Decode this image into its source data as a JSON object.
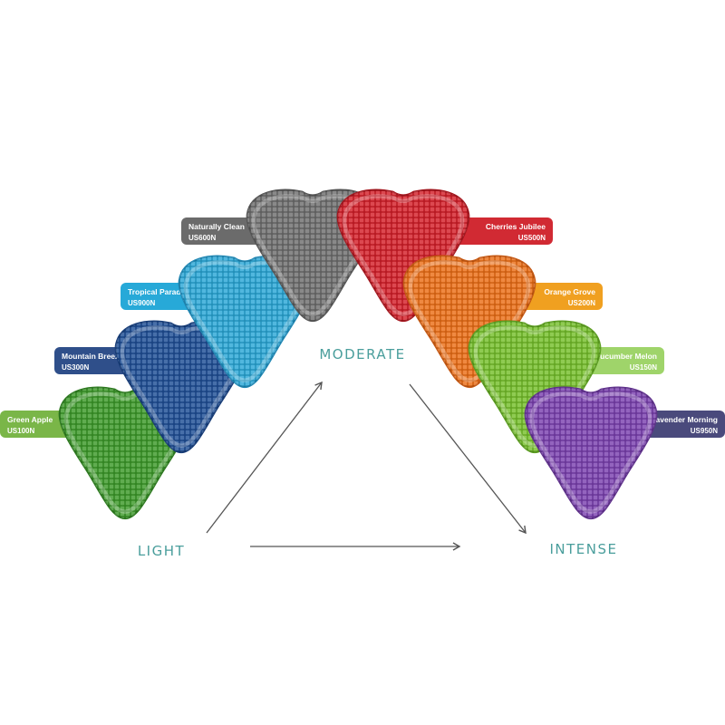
{
  "levels": {
    "light": "LIGHT",
    "moderate": "MODERATE",
    "intense": "INTENSE",
    "color": "#4a9e9c"
  },
  "products": [
    {
      "name": "Green Apple",
      "code": "US100N",
      "color": "#3d9a2a",
      "dark": "#2c7a1e",
      "tag": "#7ab648"
    },
    {
      "name": "Mountain Breeze",
      "code": "US300N",
      "color": "#1f4f96",
      "dark": "#163c78",
      "tag": "#2f4f8a"
    },
    {
      "name": "Tropical Paradise",
      "code": "US900N",
      "color": "#2ba7d7",
      "dark": "#1e87b4",
      "tag": "#27a9d8"
    },
    {
      "name": "Naturally Clean",
      "code": "US600N",
      "color": "#6f6f6f",
      "dark": "#555555",
      "tag": "#6b6b6b"
    },
    {
      "name": "Cherries Jubilee",
      "code": "US500N",
      "color": "#d4202a",
      "dark": "#a5151d",
      "tag": "#d12a33"
    },
    {
      "name": "Orange Grove",
      "code": "US200N",
      "color": "#ec6f17",
      "dark": "#c65710",
      "tag": "#f0a020"
    },
    {
      "name": "Cucumber Melon",
      "code": "US150N",
      "color": "#76c02c",
      "dark": "#5a9c1e",
      "tag": "#9fd46a"
    },
    {
      "name": "Lavender Morning",
      "code": "US950N",
      "color": "#7b42b0",
      "dark": "#5f308c",
      "tag": "#4a4a7c"
    }
  ]
}
